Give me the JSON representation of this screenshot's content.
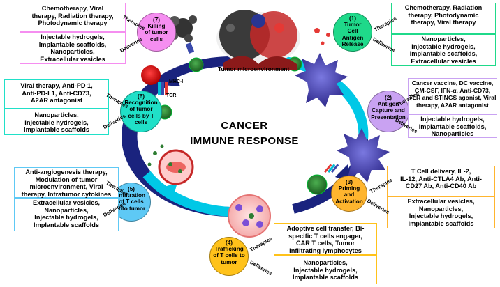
{
  "title": {
    "line1": "CANCER",
    "line2": "IMMUNE RESPONSE"
  },
  "tumor_label": "Tumor microenvironment",
  "receptor_labels": {
    "mhc": "MHC-I",
    "tcr": "TCR"
  },
  "side_labels": {
    "therapies": "Therapies",
    "deliveries": "Deliveries"
  },
  "colors": {
    "cycle_ring": "#1a237e",
    "cycle_cyan": "#00c8e6"
  },
  "steps": [
    {
      "number": "(1)",
      "label": "Tumor\nCell\nAntigen\nRelease",
      "color": "#1fd98a",
      "therapies": "Chemotherapy, Radiation\ntherapy, Photodynamic\ntherapy, Viral therapy",
      "deliveries": "Nanoparticles,\nInjectable hydrogels,\nImplantable scaffolds,\nExtracellular vesicles"
    },
    {
      "number": "(2)",
      "label": "Antigen\nCapture and\nPresentation",
      "color": "#c9a2f2",
      "therapies": "Cancer vaccine, DC vaccine,\nGM-CSF, IFN-α, Anti-CD73,\nTLR and STINGS agonist, Viral\ntherapy, A2AR antagonist",
      "deliveries": "Injectable hydrogels,\nImplantable scaffolds,\nNanoparticles"
    },
    {
      "number": "(3)",
      "label": "Priming\nand\nActivation",
      "color": "#ffb52e",
      "therapies": "T Cell delivery, IL-2,\nIL-12, Anti-CTLA4 Ab, Anti-\nCD27 Ab, Anti-CD40 Ab",
      "deliveries": "Extracellular vesicles,\nNanoparticles,\nInjectable hydrogels,\nImplantable scaffolds"
    },
    {
      "number": "(4)",
      "label": "Trafficking\nof T cells to\ntumor",
      "color": "#ffc21a",
      "therapies": "Adoptive cell transfer, Bi-\nspecific T cells engager,\nCAR T cells, Tumor\ninfiltrating lymphocytes",
      "deliveries": "Nanoparticles,\nInjectable hydrogels,\nImplantable scaffolds"
    },
    {
      "number": "(5)",
      "label": "Infiltration\nof T cells\ninto tumor",
      "color": "#5ec9f5",
      "therapies": "Anti-angiogenesis therapy,\nModulation of tumor\nmicroenvironment, Viral\ntherapy, Intratumor cytokines",
      "deliveries": "Extracellular vesicles,\nNanoparticles,\nInjectable hydrogels,\nImplantable scaffolds"
    },
    {
      "number": "(6)",
      "label": "Recognition\nof tumor\ncells by T\ncells",
      "color": "#20e0c8",
      "therapies": "Viral therapy, Anti-PD 1,\nAnti-PD-L1, Anti-CD73,\nA2AR antagonist",
      "deliveries": "Nanoparticles,\nInjectable hydrogels,\nImplantable scaffolds"
    },
    {
      "number": "(7)",
      "label": "Killing\nof tumor\ncells",
      "color": "#f58ef0",
      "therapies": "Chemotherapy, Viral\ntherapy, Radiation therapy,\nPhotodynamic therapy",
      "deliveries": "Injectable hydrogels,\nImplantable scaffolds,\nNanoparticles,\nExtracellular vesicles"
    }
  ]
}
